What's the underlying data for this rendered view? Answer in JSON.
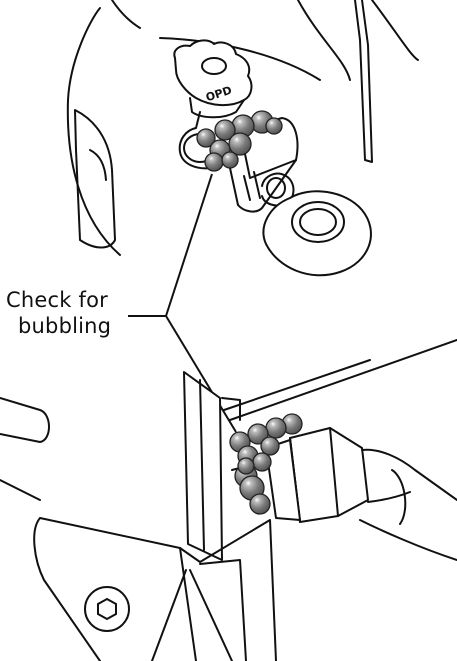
{
  "callout": {
    "line1": "Check for",
    "line2": "bubbling"
  },
  "valve": {
    "knob_marking": "OPD"
  },
  "colors": {
    "line": "#111111",
    "bubble": "#7a7a7a",
    "bubble_dark": "#5a5a5a",
    "bubble_highlight": "#ffffff",
    "background": "#ffffff"
  },
  "icons": [
    "tank-valve-icon",
    "regulator-hose-icon",
    "gas-bubble-icon",
    "hex-bolt-icon"
  ]
}
